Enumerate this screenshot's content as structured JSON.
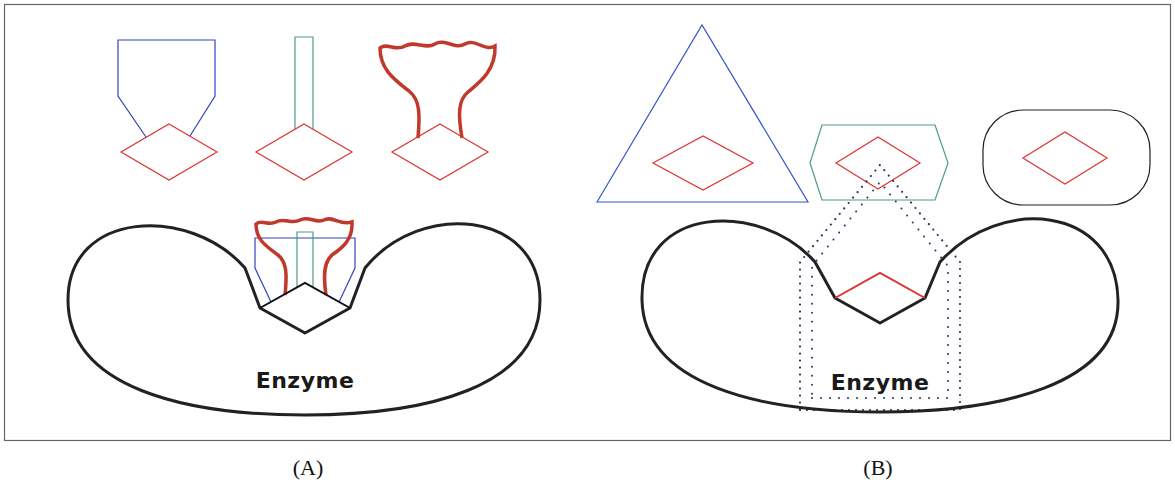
{
  "diagram": {
    "nodes": [
      {
        "text": [
          "Enzyme"
        ]
      },
      {
        "text": [
          "Enzyme"
        ]
      }
    ],
    "labels": [
      "(A)",
      "(B)"
    ]
  }
}
